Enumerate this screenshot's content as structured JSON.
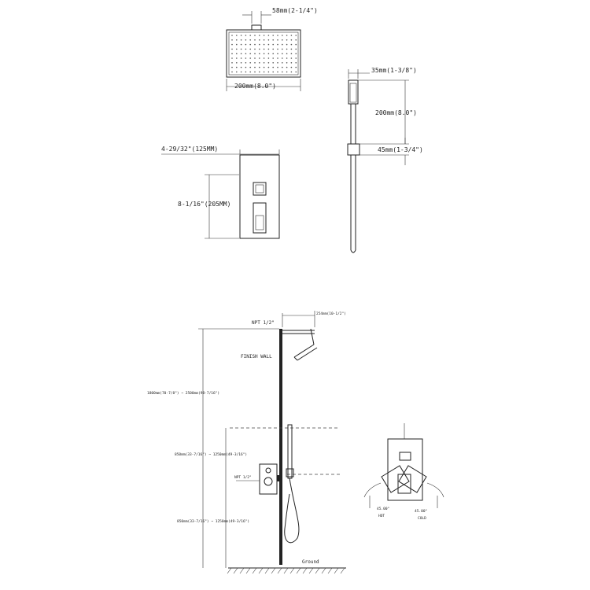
{
  "shower_head_top": {
    "depth_label": "58mm(2-1/4\")",
    "width_label": "200mm(8.0\")"
  },
  "hand_shower": {
    "width_label": "35mm(1-3/8\")",
    "length_label": "200mm(8.0\")",
    "holder_label": "45mm(1-3/4\")"
  },
  "trim_plate": {
    "width_label": "4-29/32\"(125MM)",
    "height_label": "8-1/16\"(205MM)"
  },
  "installation": {
    "npt_top_label": "NPT 1/2\"",
    "arm_label": "254mm(10-1/2\")",
    "finish_wall_label": "FINISH WALL",
    "head_height_label": "1800mm(70-7/8\") ~ 2500mm(98-7/16\")",
    "slide_height_label": "850mm(33-7/16\") ~ 1250mm(49-3/16\")",
    "npt_valve_label": "NPT 1/2\"",
    "valve_height_label": "850mm(33-7/16\") ~ 1250mm(49-3/16\")",
    "ground_label": "Ground"
  },
  "handle_detail": {
    "angle_left_label": "45.00°",
    "angle_left_sub": "HOT",
    "angle_right_label": "45.00°",
    "angle_right_sub": "COLD"
  }
}
